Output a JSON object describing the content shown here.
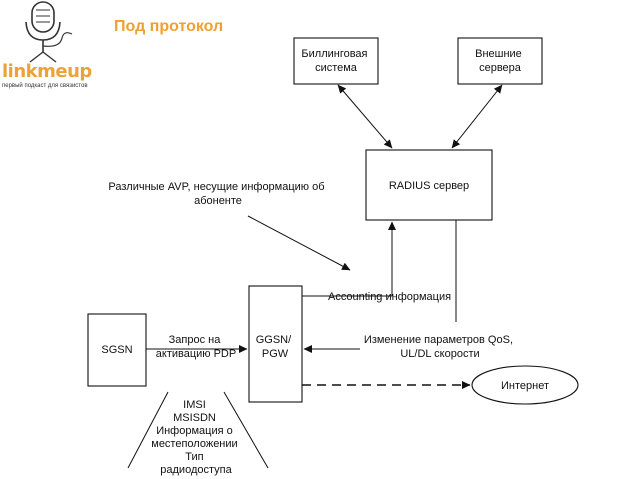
{
  "header": {
    "title": "Под протокол"
  },
  "logo": {
    "name": "linkmeup",
    "tagline": "первый подкаст для связистов",
    "accent_color": "#e9a33a",
    "icon": "microphone-icon"
  },
  "diagram": {
    "nodes": {
      "billing": [
        "Биллинговая",
        "система"
      ],
      "external": [
        "Внешние",
        "сервера"
      ],
      "radius": [
        "RADIUS сервер"
      ],
      "sgsn": [
        "SGSN"
      ],
      "ggsn": [
        "GGSN/",
        "PGW"
      ],
      "internet": [
        "Интернет"
      ]
    },
    "labels": {
      "avp": [
        "Различные AVP, несущие информацию об",
        "абоненте"
      ],
      "accounting": [
        "Accounting информация"
      ],
      "pdp_request": [
        "Запрос на",
        "активацию PDP"
      ],
      "qos_change": [
        "Изменение параметров QoS,",
        "UL/DL скорости"
      ],
      "subscriber_info": [
        "IMSI",
        "MSISDN",
        "Информация о",
        "местеположении",
        "Тип",
        "радиодоступа"
      ]
    }
  }
}
